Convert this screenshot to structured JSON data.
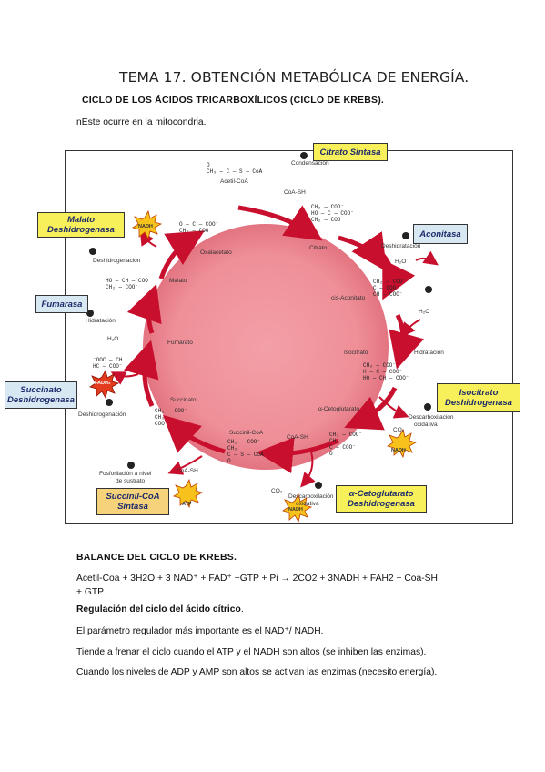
{
  "doc": {
    "title": "TEMA 17. OBTENCIÓN METABÓLICA DE ENERGÍA.",
    "section1_heading": "CICLO DE LOS ÁCIDOS TRICARBOXÍLICOS (CICLO DE KREBS).",
    "intro": "nEste ocurre en la mitocondria.",
    "balance_heading": "BALANCE DEL CICLO DE KREBS.",
    "balance_line1": "Acetil-Coa + 3H2O + 3 NAD⁺ + FAD⁺ +GTP + Pi → 2CO2 + 3NADH + FAH2 + Coa-SH",
    "balance_line2": "+ GTP.",
    "regulation_heading": "Regulación del ciclo del ácido cítrico",
    "regulation_period": ".",
    "reg1": "El parámetro regulador más importante es el NAD⁺/ NADH.",
    "reg2": "Tiende a frenar el ciclo cuando el ATP y el NADH son altos (se inhiben las enzimas).",
    "reg3": "Cuando los niveles de ADP y AMP son altos se activan las enzimas (necesito energía)."
  },
  "figure": {
    "enzymes": {
      "citrato": "Citrato Sintasa",
      "aconitasa": "Aconitasa",
      "isocitrato_1": "Isocitrato",
      "isocitrato_2": "Deshidrogenasa",
      "ceto_1": "α-Cetoglutarato",
      "ceto_2": "Deshidrogenasa",
      "succoa_1": "Succinil-CoA",
      "succoa_2": "Sintasa",
      "succinato_1": "Succinato",
      "succinato_2": "Deshidrogenasa",
      "fumarasa": "Fumarasa",
      "malato_1": "Malato",
      "malato_2": "Deshidrogenasa"
    },
    "labels": {
      "condensacion": "Condensación",
      "acetilcoa": "Acetil-CoA",
      "coash1": "CoA-SH",
      "citrato": "Citrato",
      "deshidratacion": "Deshidratación",
      "h2o_out": "H₂O",
      "cisaconitato": "cis-Aconitato",
      "h2o_in": "H₂O",
      "hidratacion1": "Hidratación",
      "isocitrato": "Isocitrato",
      "descarb1_a": "Descarboxilación",
      "descarb1_b": "oxidativa",
      "co2_1": "CO₂",
      "nadh1": "NADH",
      "acetoglut": "α-Cetoglutarato",
      "coash2": "CoA-SH",
      "succinilcoa": "Succinil-CoA",
      "descarb2_a": "Descarboxilación",
      "descarb2_b": "oxidativa",
      "co2_2": "CO₂",
      "nadh2": "NADH",
      "fosforilacion_a": "Fosforilación a nivel",
      "fosforilacion_b": "de sustrato",
      "coash3": "CoA-SH",
      "atp": "ATP",
      "succinato": "Succinato",
      "deshidrogenacion1": "Deshidrogenación",
      "fadh": "FADH₂",
      "fumarato": "Fumarato",
      "h2o_fum": "H₂O",
      "hidratacion2": "Hidratación",
      "malato": "Malato",
      "deshidrogenacion2": "Deshidrogenación",
      "nadh3": "NADH",
      "oxaloacetato": "Oxalacetato"
    }
  }
}
